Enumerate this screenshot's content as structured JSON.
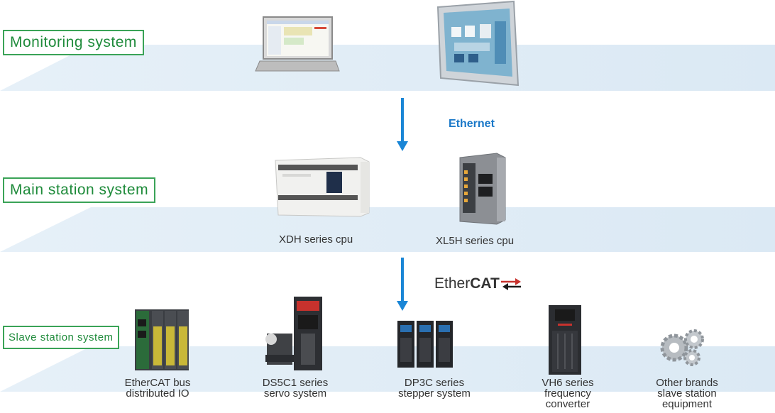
{
  "tiers": {
    "monitoring": {
      "label": "Monitoring system"
    },
    "main": {
      "label": "Main station system"
    },
    "slave": {
      "label": "Slave station system"
    }
  },
  "protocols": {
    "ethernet": "Ethernet",
    "ethercat_prefix": "Ether",
    "ethercat_suffix": "CAT"
  },
  "devices": {
    "laptop": {
      "icon": "laptop-icon"
    },
    "touch_panel": {
      "icon": "touch-panel-icon"
    },
    "xdh": {
      "caption": "XDH series cpu",
      "icon": "plc-cpu-icon"
    },
    "xl5h": {
      "caption": "XL5H series cpu",
      "icon": "compact-plc-icon"
    },
    "io": {
      "caption": "EtherCAT bus\ndistributed IO",
      "icon": "io-module-icon"
    },
    "servo": {
      "caption": "DS5C1 series\nservo system",
      "icon": "servo-drive-icon"
    },
    "stepper": {
      "caption": "DP3C series\nstepper system",
      "icon": "stepper-drive-icon"
    },
    "vfd": {
      "caption": "VH6 series\nfrequency\nconverter",
      "icon": "inverter-icon"
    },
    "other": {
      "caption": "Other brands\nslave station\nequipment",
      "icon": "gears-icon"
    }
  },
  "colors": {
    "label_border": "#3aa357",
    "label_text": "#1f8b3b",
    "arrow": "#1a86d6",
    "plane": "#e4eef6"
  }
}
